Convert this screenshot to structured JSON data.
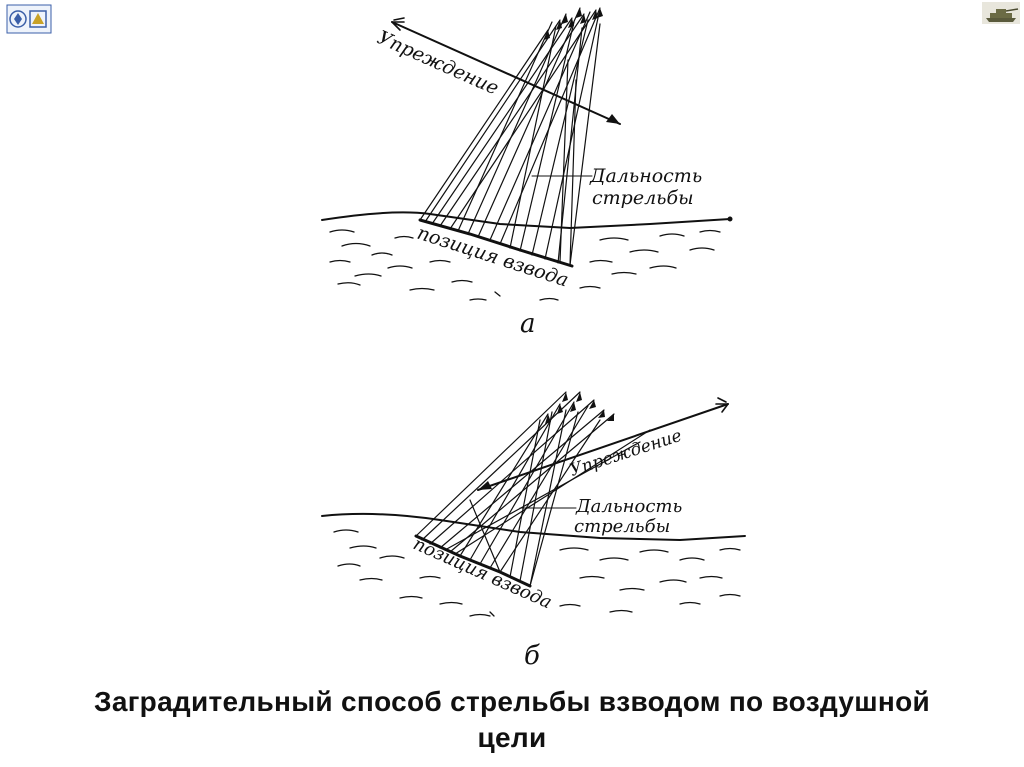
{
  "slide": {
    "caption_line1": "Заградительный способ стрельбы взводом по воздушной",
    "caption_line2": "цели"
  },
  "diagram_a": {
    "lead_label": "Упреждение",
    "range_label_1": "Дальность",
    "range_label_2": "стрельбы",
    "position_label": "позиция взвода",
    "figure_label": "а"
  },
  "diagram_b": {
    "lead_label": "Упреждение",
    "range_label_1": "Дальность",
    "range_label_2": "стрельбы",
    "position_label": "позиция взвода",
    "figure_label": "б"
  },
  "icons": {
    "top_left": "emblem-icon",
    "top_right": "tank-icon"
  }
}
